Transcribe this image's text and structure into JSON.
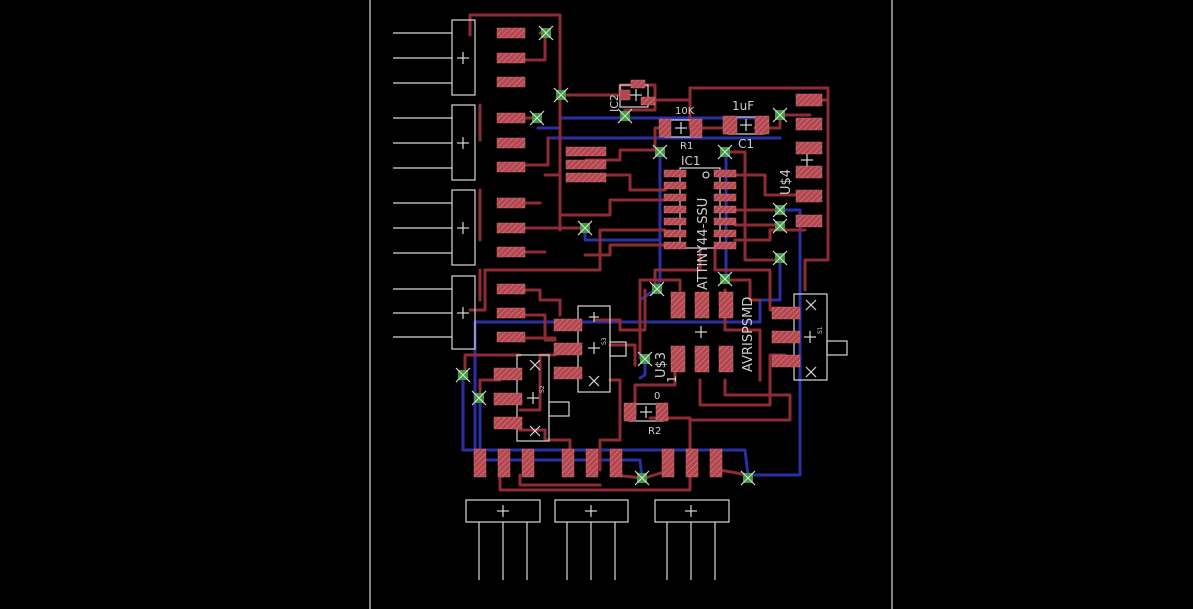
{
  "board": {
    "layers": {
      "top_copper": "#8e2c35",
      "bottom_copper": "#2a2fa3",
      "silkscreen": "#d8d8d8",
      "via": "#3d9a3d",
      "background": "#000000",
      "pad": "#b2474f"
    }
  },
  "labels": {
    "ic2": "IC2",
    "r1_value": "10K",
    "r1_name": "R1",
    "c1_value": "1uF",
    "c1_name": "C1",
    "ic1_name": "IC1",
    "ic1_value": "ATTINY44-SSU",
    "u4": "U$4",
    "u3": "U$3",
    "avr": "AVRISPSMD",
    "pin1": "1",
    "r2_value": "0",
    "r2_name": "R2",
    "s1": "S1",
    "s2": "S2",
    "s3": "S3"
  }
}
